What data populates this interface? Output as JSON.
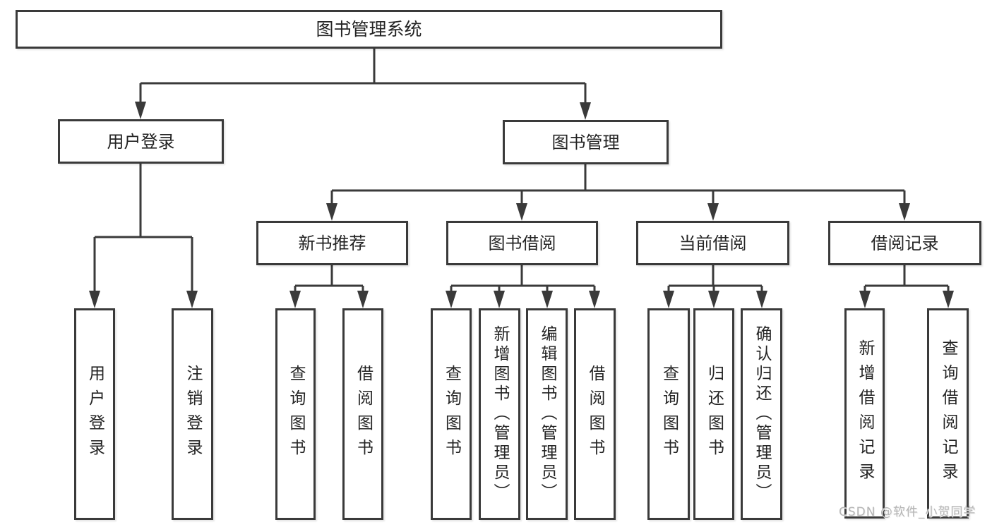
{
  "diagram": {
    "title": "图书管理系统",
    "type": "hierarchy-tree",
    "tree": {
      "label": "图书管理系统",
      "children": [
        {
          "label": "用户登录",
          "children": [
            {
              "label": "用户登录"
            },
            {
              "label": "注销登录"
            }
          ]
        },
        {
          "label": "图书管理",
          "children": [
            {
              "label": "新书推荐",
              "children": [
                {
                  "label": "查询图书"
                },
                {
                  "label": "借阅图书"
                }
              ]
            },
            {
              "label": "图书借阅",
              "children": [
                {
                  "label": "查询图书"
                },
                {
                  "label": "新增图书（管理员）"
                },
                {
                  "label": "编辑图书（管理员）"
                },
                {
                  "label": "借阅图书"
                }
              ]
            },
            {
              "label": "当前借阅",
              "children": [
                {
                  "label": "查询图书"
                },
                {
                  "label": "归还图书"
                },
                {
                  "label": "确认归还（管理员）"
                }
              ]
            },
            {
              "label": "借阅记录",
              "children": [
                {
                  "label": "新增借阅记录"
                },
                {
                  "label": "查询借阅记录"
                }
              ]
            }
          ]
        }
      ]
    }
  },
  "watermark": {
    "text": "CSDN @软件_小贺同学"
  },
  "colors": {
    "line": "#3a3a3a",
    "text": "#242424",
    "box_fill": "#ffffff",
    "background": "#ffffff",
    "watermark": "#b5b5b5"
  }
}
